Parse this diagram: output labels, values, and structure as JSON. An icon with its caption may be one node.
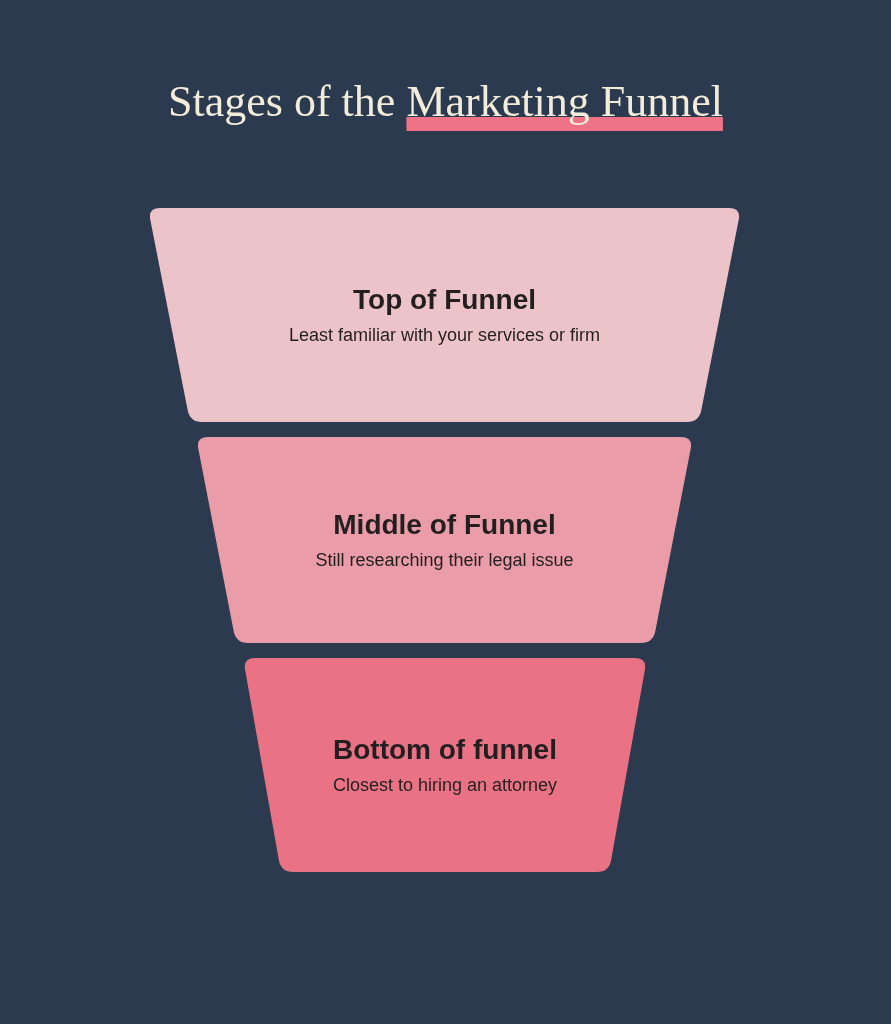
{
  "diagram": {
    "title": "Stages of the **Marketing Funnel**",
    "nodes": [
      {
        "text": [
          "Top of Funnel",
          "Least familiar with your services or firm"
        ]
      },
      {
        "text": [
          "Middle of Funnel",
          "Still researching their legal issue"
        ]
      },
      {
        "text": [
          "Bottom of funnel",
          "Closest to hiring an attorney"
        ]
      }
    ]
  }
}
